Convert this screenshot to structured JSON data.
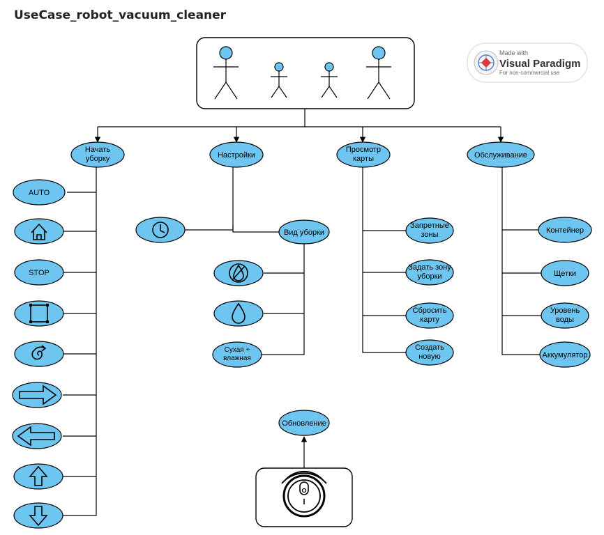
{
  "title": "UseCase_robot_vacuum_cleaner",
  "watermark": {
    "made_with": "Made with",
    "brand": "Visual Paradigm",
    "note": "For non-commercial use"
  },
  "use_cases": {
    "start": [
      "Начать",
      "уборку"
    ],
    "settings": "Настройки",
    "map": [
      "Просмотр",
      "карты"
    ],
    "service": "Обслуживание",
    "auto": "AUTO",
    "stop": "STOP",
    "cleaning_mode": "Вид уборки",
    "dry_wet": [
      "Сухая +",
      "влажная"
    ],
    "no_go": [
      "Запретные",
      "зоны"
    ],
    "set_zone": [
      "Задать зону",
      "уборки"
    ],
    "reset_map": [
      "Сбросить",
      "карту"
    ],
    "new_map": [
      "Создать",
      "новую"
    ],
    "container": "Контейнер",
    "brushes": "Щетки",
    "water": [
      "Уровень",
      "воды"
    ],
    "battery": "Аккумулятор",
    "update": "Обновление"
  },
  "icons": {
    "home": "home-icon",
    "zone": "zone-frame-icon",
    "spot": "spiral-icon",
    "right": "arrow-right-icon",
    "left": "arrow-left-icon",
    "up": "arrow-up-icon",
    "down": "arrow-down-icon",
    "clock": "clock-icon",
    "dry": "no-water-drop-icon",
    "wet": "water-drop-icon",
    "robot": "robot-vacuum-icon"
  },
  "colors": {
    "use_case_fill": "#6ec6f0",
    "stroke": "#000000"
  }
}
